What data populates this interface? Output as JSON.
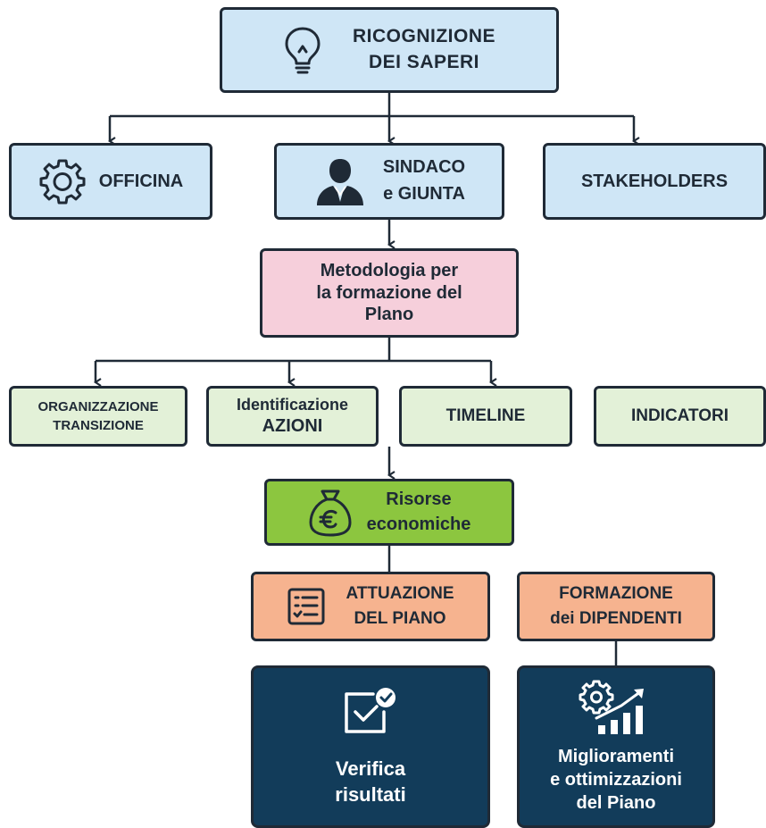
{
  "root": {
    "line1": "RICOGNIZIONE",
    "line2": "DEI SAPERI",
    "icon": "lightbulb-icon"
  },
  "level1": {
    "officina": {
      "label": "OFFICINA",
      "icon": "gear-icon"
    },
    "sindaco": {
      "line1": "SINDACO",
      "line2": "e GIUNTA",
      "icon": "person-icon"
    },
    "stakeholders": {
      "label": "STAKEHOLDERS"
    }
  },
  "metodologia": {
    "line1": "Metodologia per",
    "line2": "la formazione del",
    "line3": "Plano"
  },
  "level3": {
    "organizzazione": {
      "line1": "ORGANIZZAZIONE",
      "line2": "TRANSIZIONE"
    },
    "identificazione": {
      "line1": "Identificazione",
      "line2": "AZIONI"
    },
    "timeline": {
      "label": "TIMELINE"
    },
    "indicatori": {
      "label": "INDICATORI"
    }
  },
  "risorse": {
    "line1": "Risorse",
    "line2": "economiche",
    "icon": "money-bag-euro-icon"
  },
  "attuazione": {
    "line1": "ATTUAZIONE",
    "line2": "DEL PIANO",
    "icon": "checklist-icon"
  },
  "formazione": {
    "line1": "FORMAZIONE",
    "line2": "dei DIPENDENTI"
  },
  "verifica": {
    "line1": "Verifica",
    "line2": "risultati",
    "icon": "check-window-icon"
  },
  "miglioramenti": {
    "line1": "Miglioramenti",
    "line2": "e ottimizzazioni",
    "line3": "del Piano",
    "icon": "gear-growth-chart-icon"
  },
  "colors": {
    "outline": "#1f2a36",
    "blue": "#cfe6f6",
    "pink": "#f6cfdb",
    "light_green": "#e3f1d8",
    "green": "#8cc63f",
    "orange": "#f6b38f",
    "navy": "#123c5a"
  }
}
